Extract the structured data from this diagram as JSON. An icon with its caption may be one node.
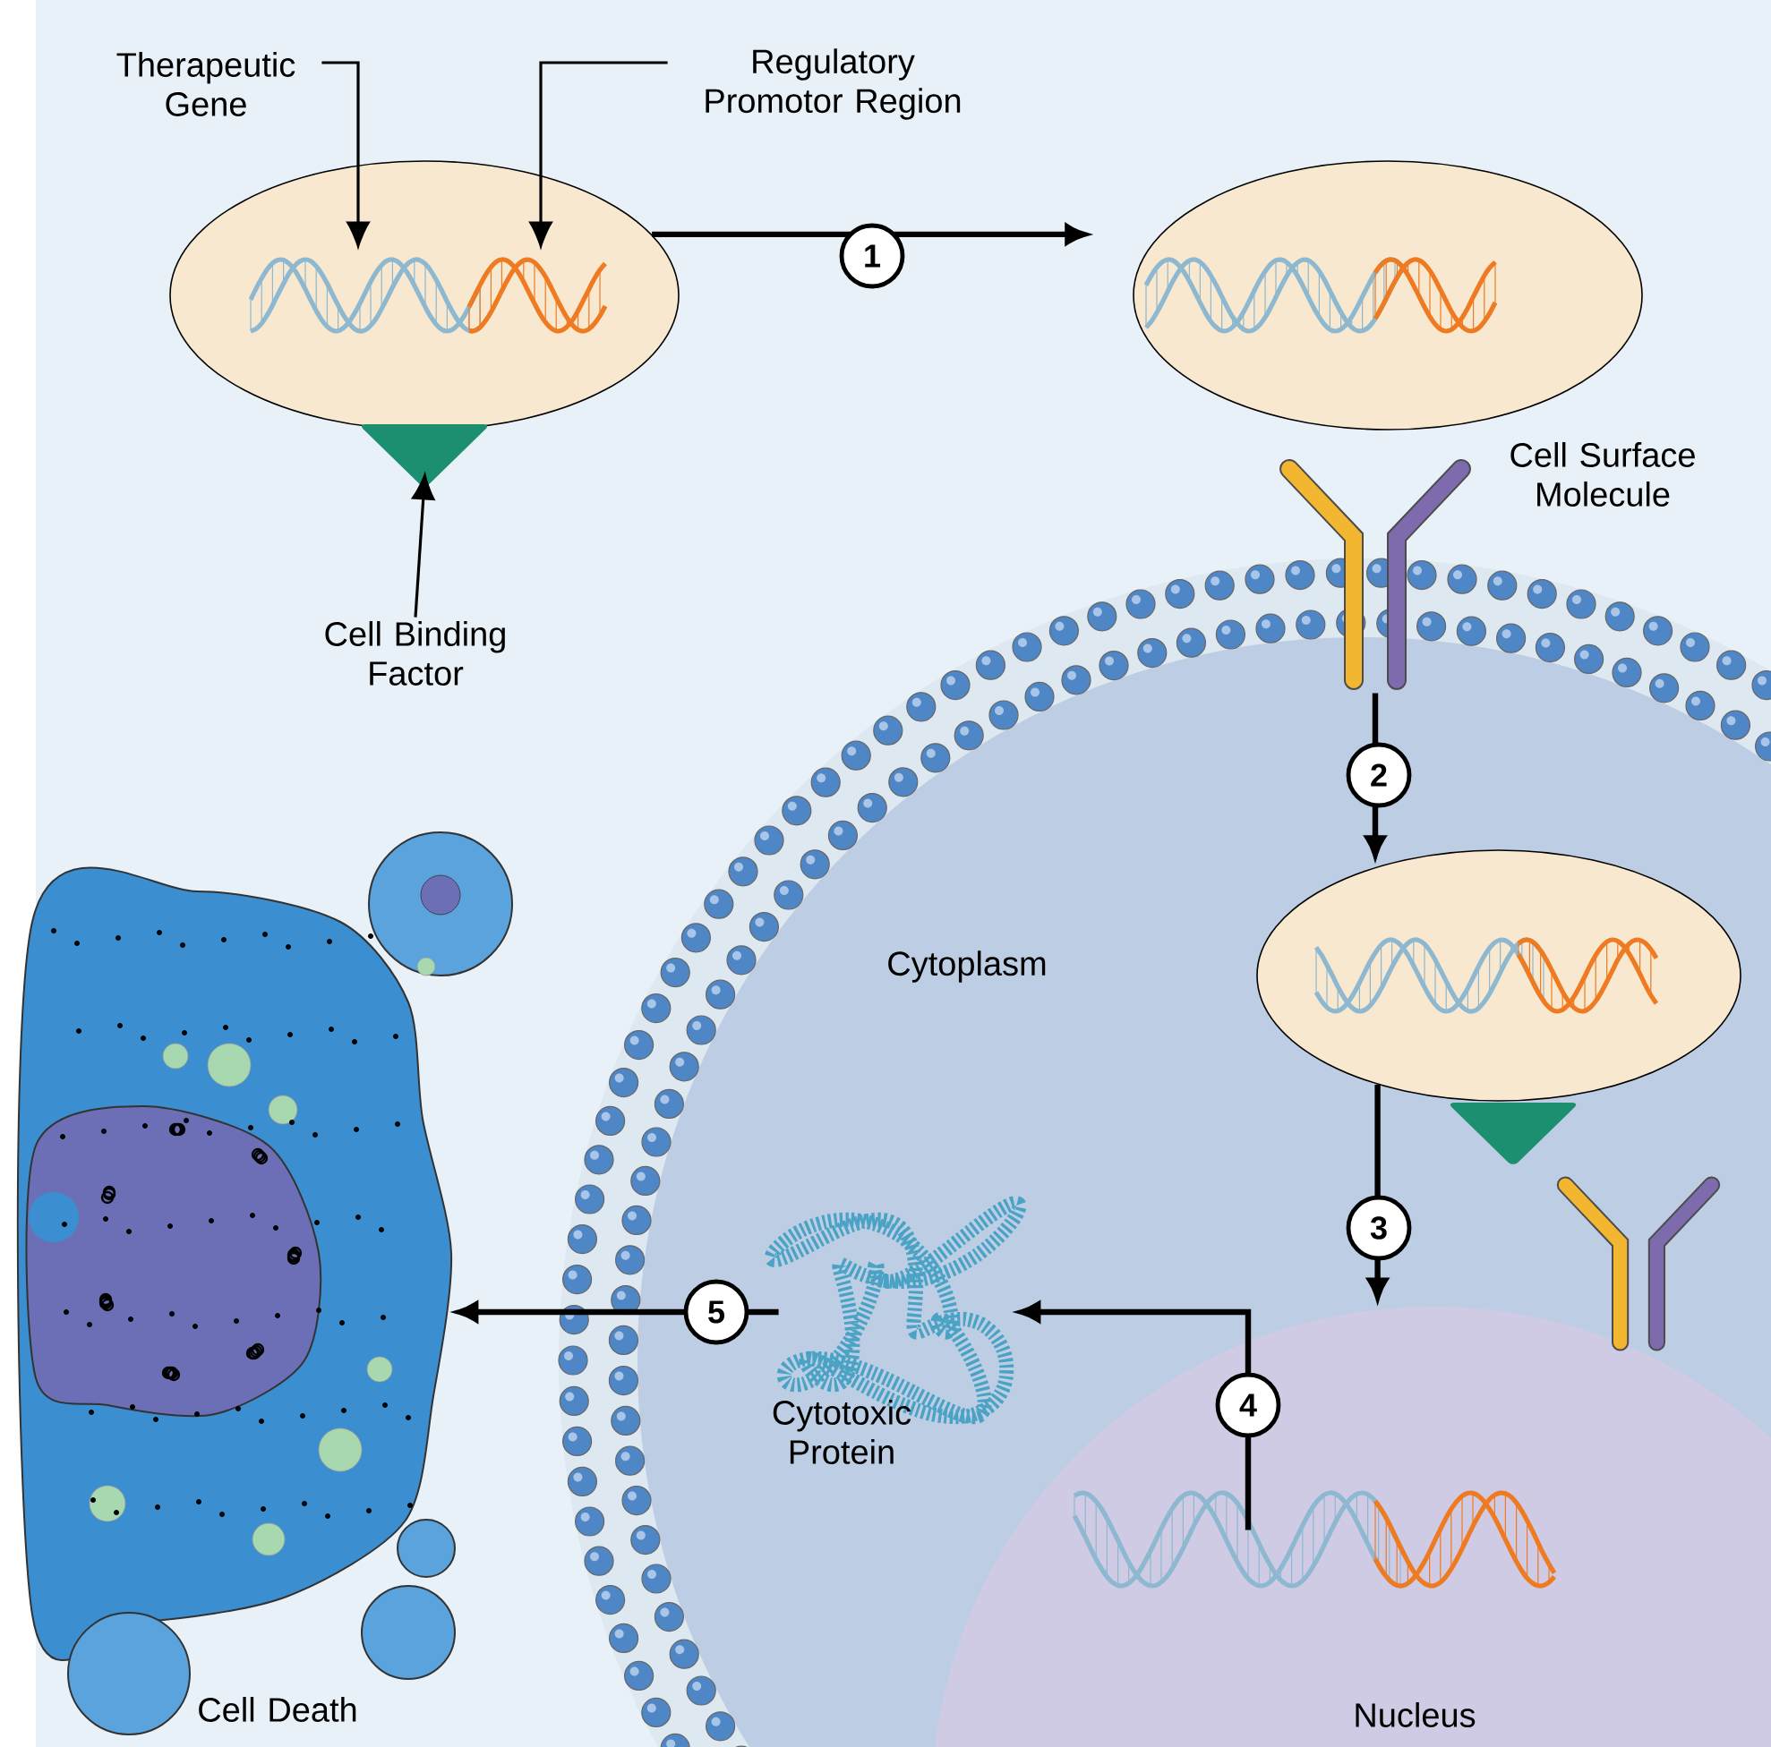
{
  "diagram": {
    "nodes": [
      {
        "text": [
          "Therapeutic Gene"
        ]
      },
      {
        "text": [
          "Regulatory Promotor Region"
        ]
      },
      {
        "text": [],
        "shape": "ellipse"
      },
      {
        "text": [],
        "shape": "picture",
        "in": 2
      },
      {
        "text": [],
        "shape": "picture",
        "in": 2
      },
      {
        "text": [],
        "shape": "triangle"
      },
      {
        "text": [
          "Cell Binding Factor"
        ]
      },
      {
        "text": [],
        "shape": "ellipse"
      },
      {
        "text": [],
        "shape": "picture"
      },
      {
        "text": [
          "Cytoplasm"
        ]
      },
      {
        "text": [],
        "shape": "ellipse",
        "in": 9
      },
      {
        "text": [
          "Nucleus"
        ],
        "in": 9
      },
      {
        "text": [],
        "shape": "picture",
        "in": 11
      },
      {
        "text": [],
        "shape": "picture",
        "in": 9,
        "beside": [
          "Cytotoxic Protein"
        ]
      },
      {
        "text": [],
        "shape": "picture",
        "beside": [
          "Cell Death"
        ]
      }
    ],
    "edges": [
      {
        "from": 0,
        "to": 3,
        "arrow": "to"
      },
      {
        "from": 1,
        "to": 4,
        "arrow": "to"
      },
      {
        "from": 6,
        "to": 5,
        "arrow": "to"
      },
      {
        "from": 2,
        "to": 7,
        "arrow": "to",
        "label": "1"
      },
      {
        "from": 8,
        "to": 10,
        "arrow": "to",
        "label": "2"
      },
      {
        "from": 10,
        "to": 11,
        "arrow": "to",
        "label": "3"
      },
      {
        "from": 12,
        "to": 13,
        "arrow": "to",
        "label": "4"
      },
      {
        "from": 13,
        "to": 14,
        "arrow": "to",
        "label": "5"
      }
    ],
    "labels": [
      "Cell Surface Molecule"
    ]
  }
}
